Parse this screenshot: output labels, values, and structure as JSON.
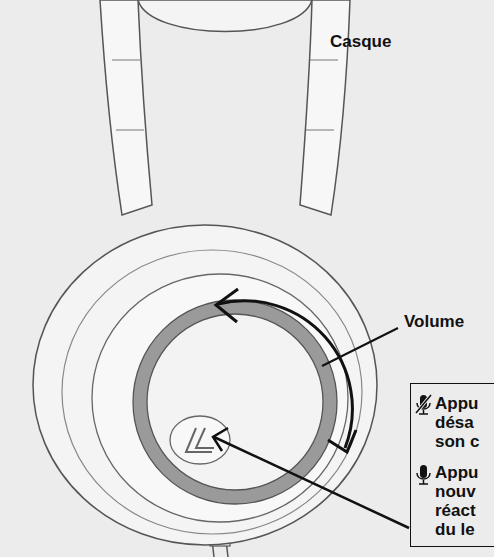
{
  "diagram": {
    "nodes": [
      {
        "text": [
          "Appu désa son c",
          "Appu nouv réact du le"
        ]
      }
    ],
    "labels": [
      "Casque",
      "Volume"
    ]
  }
}
